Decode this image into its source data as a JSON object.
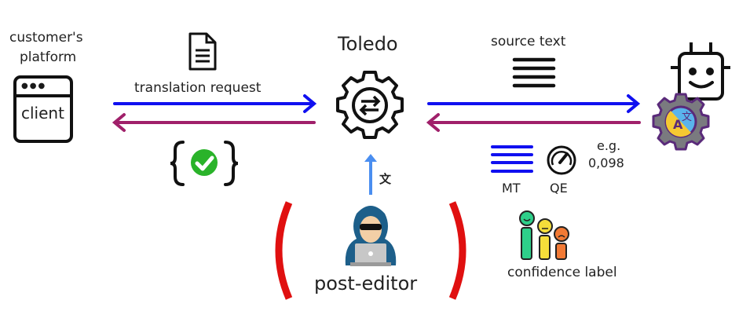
{
  "diagram": {
    "client": {
      "caption_line1": "customer's",
      "caption_line2": "platform",
      "box_label": "client"
    },
    "request_arrow": {
      "label": "translation request"
    },
    "center": {
      "title": "Toledo"
    },
    "mt_arrow": {
      "label": "source text"
    },
    "outputs": {
      "mt_label": "MT",
      "qe_label": "QE",
      "example_line1": "e.g.",
      "example_line2": "0,098"
    },
    "confidence": {
      "label": "confidence label"
    },
    "post_editor": {
      "label": "post-editor",
      "glyph": "文"
    },
    "colors": {
      "forward_arrow": "#1010f0",
      "return_arrow": "#a0206a",
      "post_edit_arrow": "#4a8ef0",
      "bracket": "#e01010",
      "check": "#2ab32a"
    }
  }
}
